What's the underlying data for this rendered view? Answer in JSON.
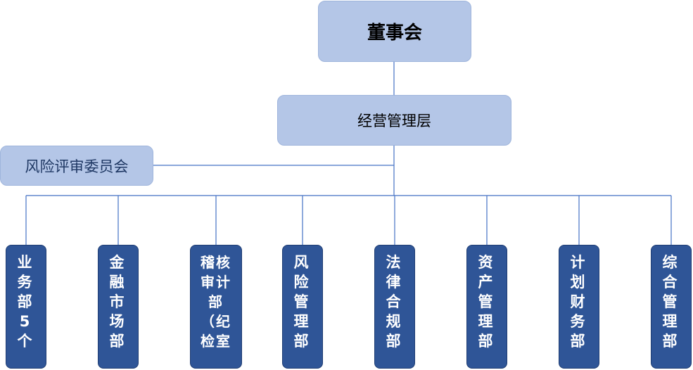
{
  "board": "董事会",
  "management": "经营管理层",
  "risk_committee": "风险评审委员会",
  "departments": [
    "业务部5个",
    "金融市场部",
    "稽核审计部（纪检室",
    "风险管理部",
    "法律合规部",
    "资产管理部",
    "计划财务部",
    "综合管理部"
  ],
  "colors": {
    "light_box": "#b4c6e7",
    "dark_box": "#2f5597",
    "line": "#4472c4"
  }
}
